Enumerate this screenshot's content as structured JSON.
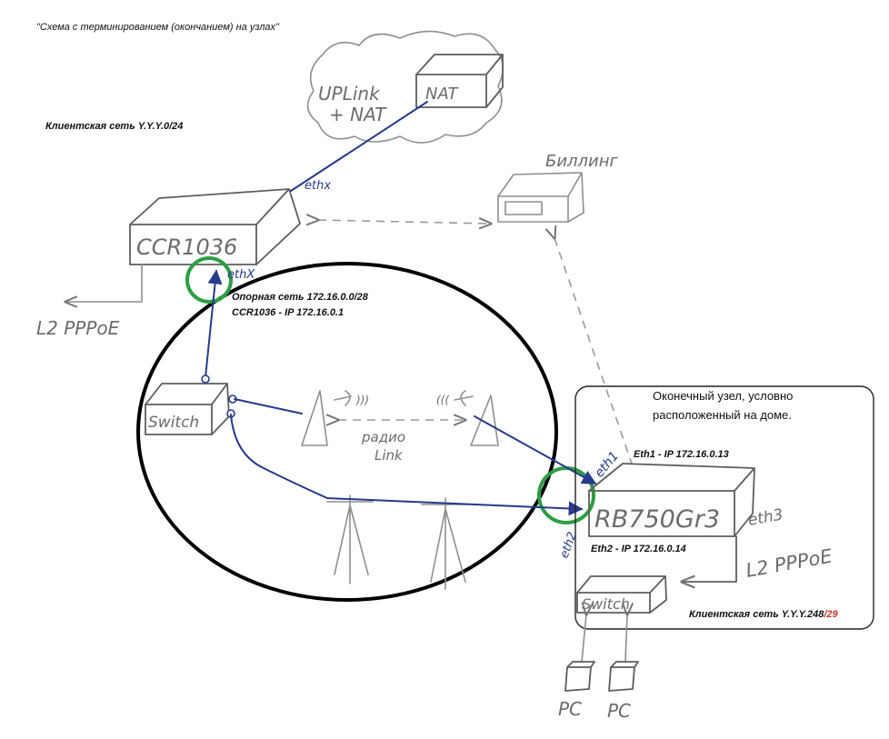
{
  "title": "\"Схема с терминированием  (окончанием) на узлах\"",
  "notes": {
    "client_net_top": "Клиентская сеть Y.Y.Y.0/24",
    "backbone_net": "Опорная сеть 172.16.0.0/28",
    "ccr_ip": "CCR1036 - IP 172.16.0.1",
    "end_node_line1": "Оконечный узел, условно",
    "end_node_line2": "расположенный на доме.",
    "eth1_ip": "Eth1 - IP 172.16.0.13",
    "eth2_ip": "Eth2 - IP 172.16.0.14",
    "client_net_bottom_prefix": "Клиентская сеть Y.Y.Y.248",
    "client_net_bottom_suffix": "/29"
  },
  "sketch_labels": {
    "uplink_line1": "UPLink",
    "uplink_line2": "+ NAT",
    "nat": "NAT",
    "billing": "Биллинг",
    "ccr": "CCR1036",
    "ethx_top": "ethx",
    "ethx_bottom": "ethX",
    "l2pppoe_left": "L2 PPPoE",
    "switch_left": "Switch",
    "radio_line1": "радио",
    "radio_line2": "Link",
    "eth1": "eth1",
    "eth2": "eth2",
    "eth3": "eth3",
    "rb": "RB750Gr3",
    "l2pppoe_right": "L2 PPPoE",
    "switch_right": "Switch",
    "pc1": "PC",
    "pc2": "PC"
  },
  "colors": {
    "link_blue": "#273a8c",
    "highlight_green": "#2e9e44",
    "accent_red": "#c0392b",
    "pencil": "#8f8f8f"
  }
}
